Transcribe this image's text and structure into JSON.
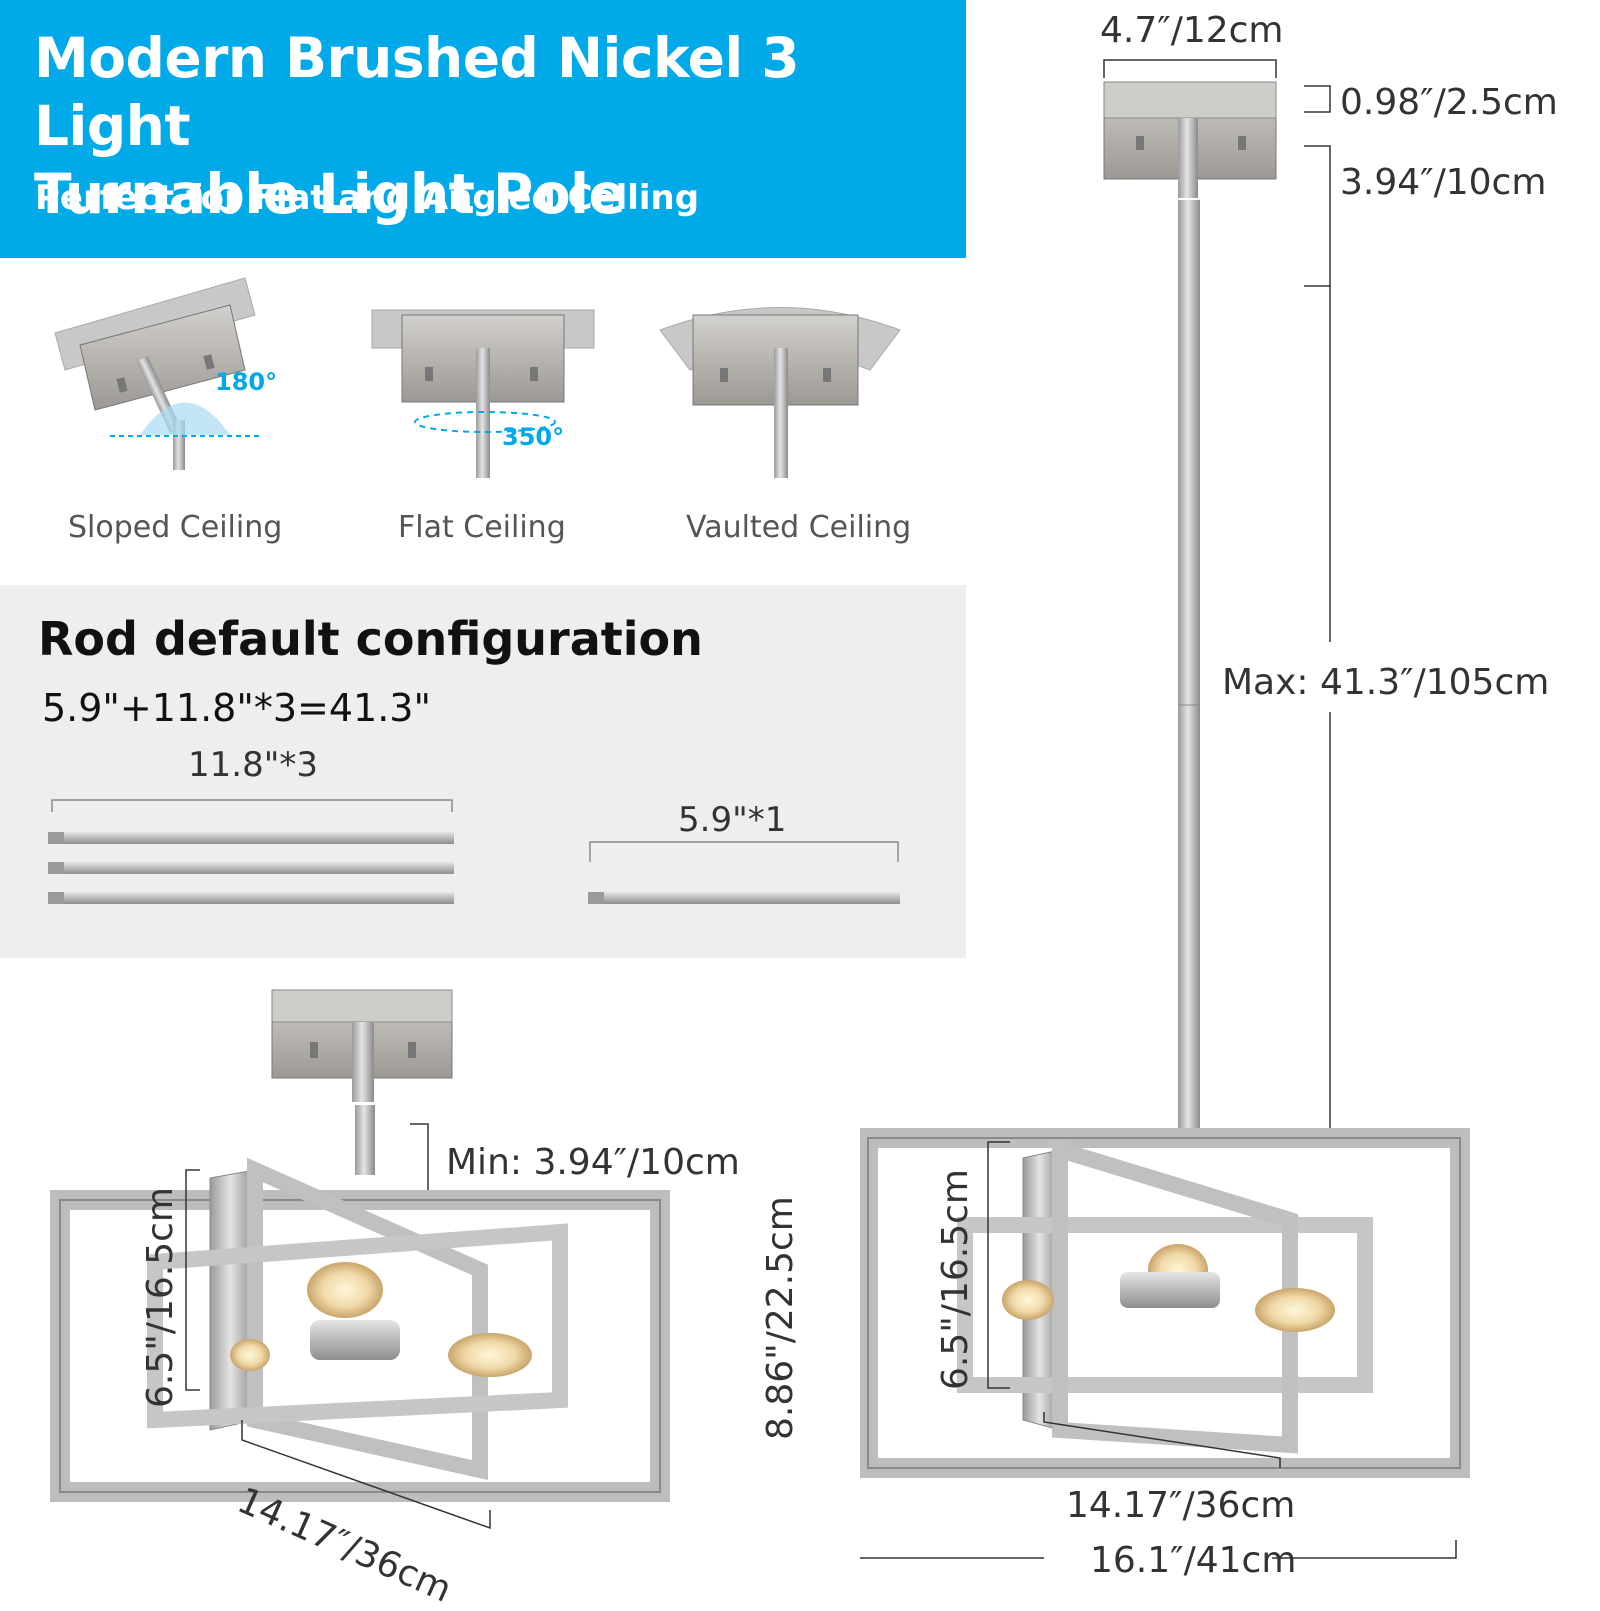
{
  "banner": {
    "title_line1": "Modern Brushed Nickel 3 Light",
    "title_line2": "Turnable Light Pole",
    "subtitle": "Perfect for Flat and Angled Celling",
    "color": "#00a9e8"
  },
  "ceilings": [
    {
      "label": "Sloped Ceiling",
      "angle": "180°"
    },
    {
      "label": "Flat Ceiling",
      "angle": "350°"
    },
    {
      "label": "Vaulted Ceiling"
    }
  ],
  "rod_config": {
    "title": "Rod default configuration",
    "formula": "5.9\"+11.8\"*3=41.3\"",
    "long_label": "11.8\"*3",
    "short_label": "5.9\"*1"
  },
  "dimensions": {
    "canopy_width": "4.7″/12cm",
    "canopy_height": "0.98″/2.5cm",
    "top_rod": "3.94″/10cm",
    "max_length": "Max: 41.3″/105cm",
    "min_length": "Min: 3.94″/10cm",
    "fixture_height": "8.86\"/22.5cm",
    "inner_height_left": "6.5\"/16.5cm",
    "inner_height_right": "6.5\"/16.5cm",
    "inner_width_left": "14.17″/36cm",
    "inner_width_right": "14.17″/36cm",
    "outer_width": "16.1″/41cm"
  },
  "colors": {
    "accent": "#00a9e8",
    "nickel": "#c9c9c9",
    "dim_line": "#333333"
  }
}
